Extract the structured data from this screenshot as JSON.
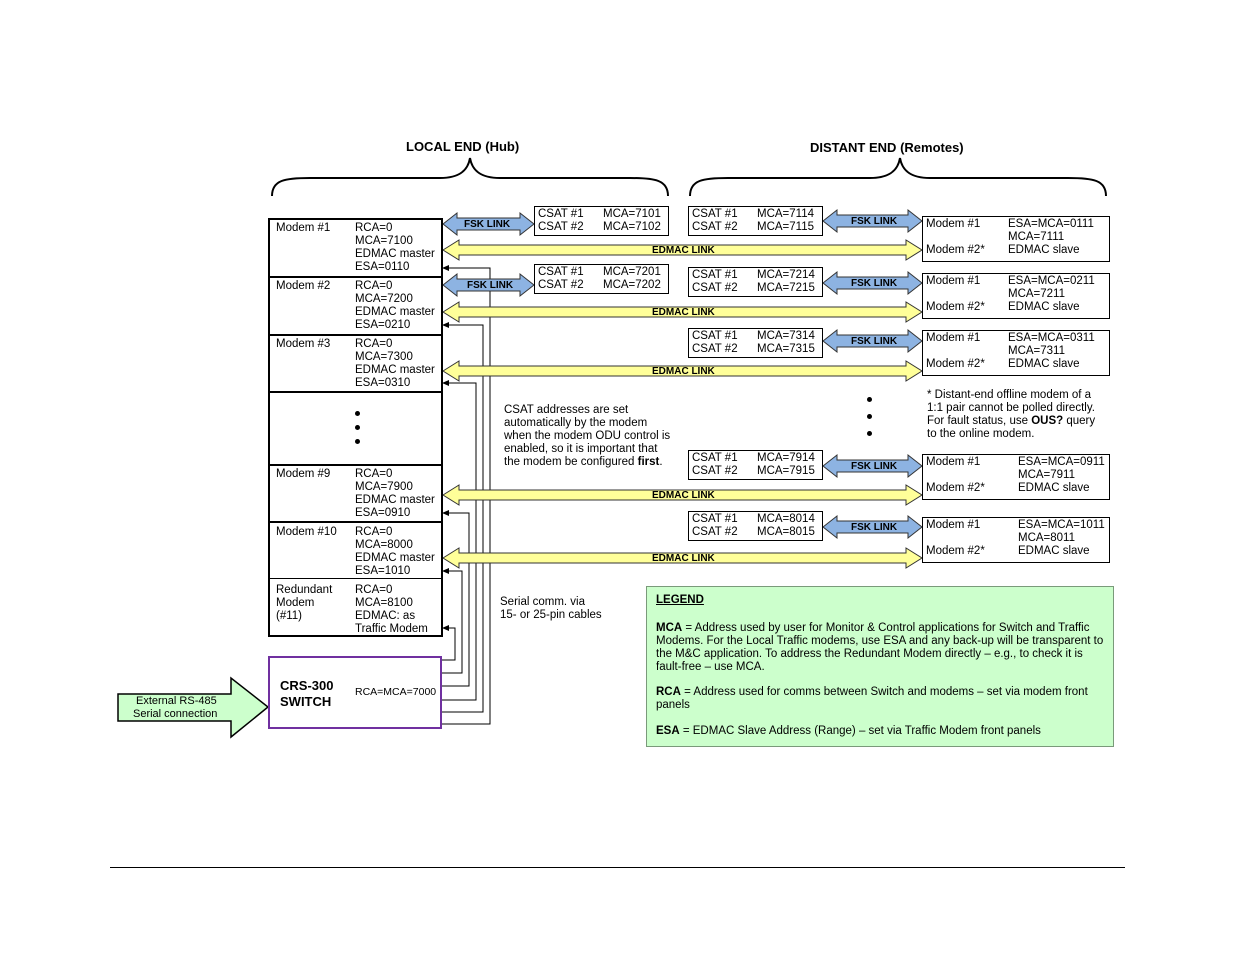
{
  "headers": {
    "local_bold": "LOCAL END",
    "local_paren": "(Hub)",
    "distant_bold": "DISTANT END",
    "distant_paren": "(Remotes)"
  },
  "local_modems": [
    {
      "name": "Modem #1",
      "lines": [
        "RCA=0",
        "MCA=7100",
        "EDMAC master",
        "ESA=0110"
      ]
    },
    {
      "name": "Modem #2",
      "lines": [
        "RCA=0",
        "MCA=7200",
        "EDMAC master",
        "ESA=0210"
      ]
    },
    {
      "name": "Modem #3",
      "lines": [
        "RCA=0",
        "MCA=7300",
        "EDMAC master",
        "ESA=0310"
      ]
    },
    {
      "name": "Modem #9",
      "lines": [
        "RCA=0",
        "MCA=7900",
        "EDMAC master",
        "ESA=0910"
      ]
    },
    {
      "name": "Modem #10",
      "lines": [
        "RCA=0",
        "MCA=8000",
        "EDMAC master",
        "ESA=1010"
      ]
    }
  ],
  "redundant_modem": {
    "name_lines": [
      "Redundant",
      "Modem",
      "(#11)"
    ],
    "lines": [
      "RCA=0",
      "MCA=8100",
      "EDMAC: as",
      "Traffic Modem"
    ]
  },
  "switch": {
    "title1": "CRS-300",
    "title2": "SWITCH",
    "addr": "RCA=MCA=7000"
  },
  "external": {
    "line1": "External RS-485",
    "line2": "Serial connection"
  },
  "local_csat": [
    {
      "a": "CSAT #1",
      "a_mca": "MCA=7101",
      "b": "CSAT #2",
      "b_mca": "MCA=7102"
    },
    {
      "a": "CSAT #1",
      "a_mca": "MCA=7201",
      "b": "CSAT #2",
      "b_mca": "MCA=7202"
    }
  ],
  "remote_csat": [
    {
      "a": "CSAT #1",
      "a_mca": "MCA=7114",
      "b": "CSAT #2",
      "b_mca": "MCA=7115"
    },
    {
      "a": "CSAT #1",
      "a_mca": "MCA=7214",
      "b": "CSAT #2",
      "b_mca": "MCA=7215"
    },
    {
      "a": "CSAT #1",
      "a_mca": "MCA=7314",
      "b": "CSAT #2",
      "b_mca": "MCA=7315"
    },
    {
      "a": "CSAT #1",
      "a_mca": "MCA=7914",
      "b": "CSAT #2",
      "b_mca": "MCA=7915"
    },
    {
      "a": "CSAT #1",
      "a_mca": "MCA=8014",
      "b": "CSAT #2",
      "b_mca": "MCA=8015"
    }
  ],
  "remote_modems": [
    {
      "m1": "Modem #1",
      "m2": "Modem #2*",
      "esa": "ESA=MCA=0111",
      "mca": "MCA=7111",
      "role": "EDMAC slave"
    },
    {
      "m1": "Modem #1",
      "m2": "Modem #2*",
      "esa": "ESA=MCA=0211",
      "mca": "MCA=7211",
      "role": "EDMAC slave"
    },
    {
      "m1": "Modem #1",
      "m2": "Modem #2*",
      "esa": "ESA=MCA=0311",
      "mca": "MCA=7311",
      "role": "EDMAC slave"
    },
    {
      "m1": "Modem #1",
      "m2": "Modem #2*",
      "esa": "ESA=MCA=0911",
      "mca": "MCA=7911",
      "role": "EDMAC slave"
    },
    {
      "m1": "Modem #1",
      "m2": "Modem #2*",
      "esa": "ESA=MCA=1011",
      "mca": "MCA=8011",
      "role": "EDMAC slave"
    }
  ],
  "links": {
    "fsk": "FSK LINK",
    "edmac": "EDMAC LINK"
  },
  "csat_note": {
    "l1": "CSAT addresses are set",
    "l2": "automatically by the modem",
    "l3": "when the modem ODU control is",
    "l4": "enabled, so it is important that",
    "l5_pre": "the modem be configured ",
    "l5_bold": "first",
    "l5_post": "."
  },
  "offline_note": {
    "l1": "* Distant-end offline modem of a",
    "l2": "1:1 pair cannot be polled directly.",
    "l3": "For fault status, use ",
    "l3_bold": "OUS?",
    "l3_post": " query",
    "l4": "to the online modem."
  },
  "serial_note": {
    "l1": "Serial comm. via",
    "l2": "15- or 25-pin cables"
  },
  "legend": {
    "title": "LEGEND",
    "mca_key": "MCA",
    "mca_l1": " = Address used by user for Monitor & Control applications for Switch and Traffic",
    "mca_l2": "Modems. For the Local Traffic modems, use ESA and any back-up will be transparent to",
    "mca_l3": "the M&C application. To address the Redundant Modem directly – e.g., to check it is",
    "mca_l4": "fault-free – use MCA.",
    "rca_key": "RCA",
    "rca_l1": " = Address used for comms between Switch and modems – set via modem front",
    "rca_l2": "panels",
    "esa_key": "ESA",
    "esa_l1": " = EDMAC Slave Address (Range) – set via Traffic Modem front panels"
  },
  "colors": {
    "fsk": "#8db3e2",
    "edmac": "#ffff99",
    "legend_bg": "#ccffcc",
    "switch_border": "#7030a0",
    "external_arrow": "#ccffcc"
  }
}
